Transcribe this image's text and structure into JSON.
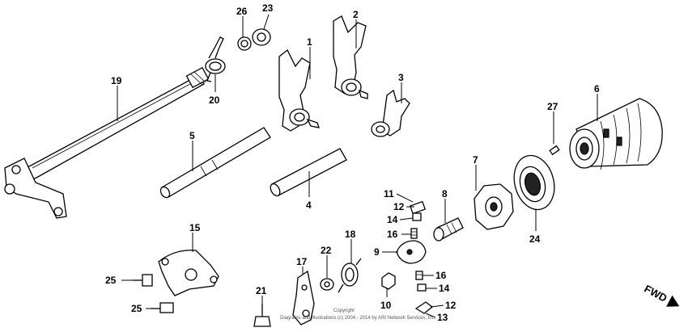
{
  "callouts": [
    {
      "id": "1",
      "label": "1"
    },
    {
      "id": "2",
      "label": "2"
    },
    {
      "id": "3",
      "label": "3"
    },
    {
      "id": "4",
      "label": "4"
    },
    {
      "id": "5",
      "label": "5"
    },
    {
      "id": "6",
      "label": "6"
    },
    {
      "id": "7",
      "label": "7"
    },
    {
      "id": "8",
      "label": "8"
    },
    {
      "id": "9",
      "label": "9"
    },
    {
      "id": "10",
      "label": "10"
    },
    {
      "id": "11",
      "label": "11"
    },
    {
      "id": "12a",
      "label": "12"
    },
    {
      "id": "12b",
      "label": "12"
    },
    {
      "id": "13",
      "label": "13"
    },
    {
      "id": "14a",
      "label": "14"
    },
    {
      "id": "14b",
      "label": "14"
    },
    {
      "id": "15",
      "label": "15"
    },
    {
      "id": "16a",
      "label": "16"
    },
    {
      "id": "16b",
      "label": "16"
    },
    {
      "id": "17",
      "label": "17"
    },
    {
      "id": "18",
      "label": "18"
    },
    {
      "id": "19",
      "label": "19"
    },
    {
      "id": "20",
      "label": "20"
    },
    {
      "id": "21",
      "label": "21"
    },
    {
      "id": "22",
      "label": "22"
    },
    {
      "id": "23",
      "label": "23"
    },
    {
      "id": "24",
      "label": "24"
    },
    {
      "id": "25a",
      "label": "25"
    },
    {
      "id": "25b",
      "label": "25"
    },
    {
      "id": "26",
      "label": "26"
    },
    {
      "id": "27",
      "label": "27"
    }
  ],
  "copyright_line1": "Copyright",
  "copyright_line2": "Diagrams and Illustrations (c) 2004 - 2014 by ARI Network Services, Inc.",
  "direction_label": "FWD"
}
